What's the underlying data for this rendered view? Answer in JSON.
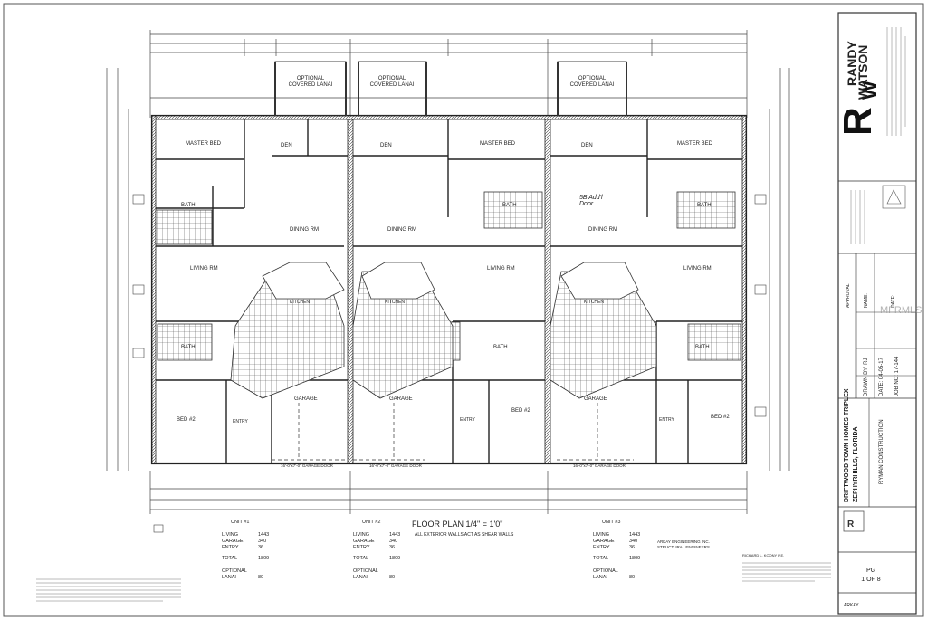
{
  "rooms": {
    "master_bed": "MASTER BED",
    "den": "DEN",
    "bath": "BATH",
    "dining": "DINING RM",
    "living": "LIVING RM",
    "kitchen": "KITCHEN",
    "garage": "GARAGE",
    "bed2": "BED #2",
    "entry": "ENTRY",
    "optional_lanai": "OPTIONAL\nCOVERED LANAI",
    "garage_door": "16'-0\"x7'-0\" GARAGE DOOR"
  },
  "handwritten_note": "5B Add'l\nDoor",
  "plan_title": "FLOOR PLAN  1/4\" = 1'0\"",
  "plan_note": "ALL EXTERIOR WALLS ACT AS SHEAR WALLS",
  "units": [
    {
      "name": "UNIT #1",
      "living": "1443",
      "garage": "340",
      "entry": "36",
      "total": "1809",
      "optional": "OPTIONAL",
      "lanai": "80"
    },
    {
      "name": "UNIT #2",
      "living": "1443",
      "garage": "340",
      "entry": "36",
      "total": "1809",
      "optional": "OPTIONAL",
      "lanai": "80"
    },
    {
      "name": "UNIT #3",
      "living": "1443",
      "garage": "340",
      "entry": "36",
      "total": "1809",
      "optional": "OPTIONAL",
      "lanai": "80"
    }
  ],
  "area_labels": {
    "living": "LIVING",
    "garage": "GARAGE",
    "entry": "ENTRY",
    "total": "TOTAL",
    "optional": "OPTIONAL",
    "lanai": "LANAI"
  },
  "title_block": {
    "brand_top": "RANDY",
    "brand_bottom": "WATSON",
    "project_line1": "DRIFTWOOD TOWN HOMES TRIPLEX",
    "project_line2": "ZEPHYRHILLS, FLORIDA",
    "client": "RYMAN CONSTRUCTION",
    "drawn_by": "DRAWN BY:  RJ",
    "date": "DATE: 04-05-17",
    "job_no": "JOB NO: 17-144",
    "approval": "APPROVAL",
    "name_label": "NAME:",
    "date_label": "DATE:",
    "sheet_label": "PG",
    "sheet_of": "1 OF 8",
    "footer": "ARKAY"
  },
  "watermark": "MFRMLS",
  "engineer": "ARKAY ENGINEERING INC.",
  "engineer_sub": "STRUCTURAL ENGINEERS",
  "engineer_name": "RICHARD L. KOONY P.E."
}
